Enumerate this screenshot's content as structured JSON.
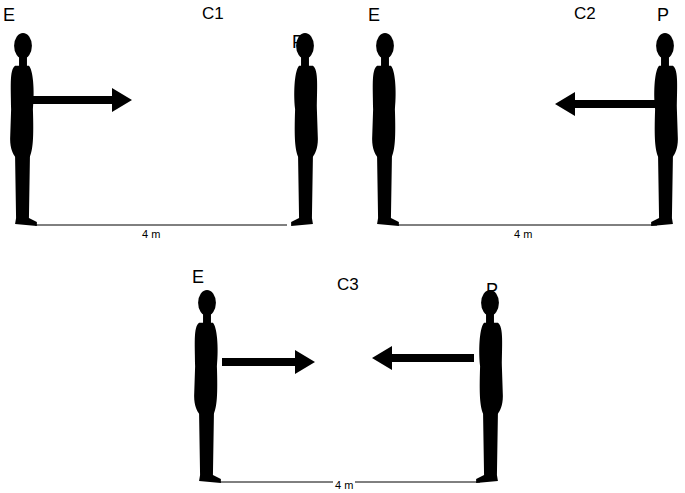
{
  "diagram": {
    "labels": [
      "C1",
      "E",
      "P",
      "4 m",
      "C2",
      "E",
      "P",
      "4 m",
      "C3",
      "E",
      "P",
      "4 m"
    ]
  }
}
